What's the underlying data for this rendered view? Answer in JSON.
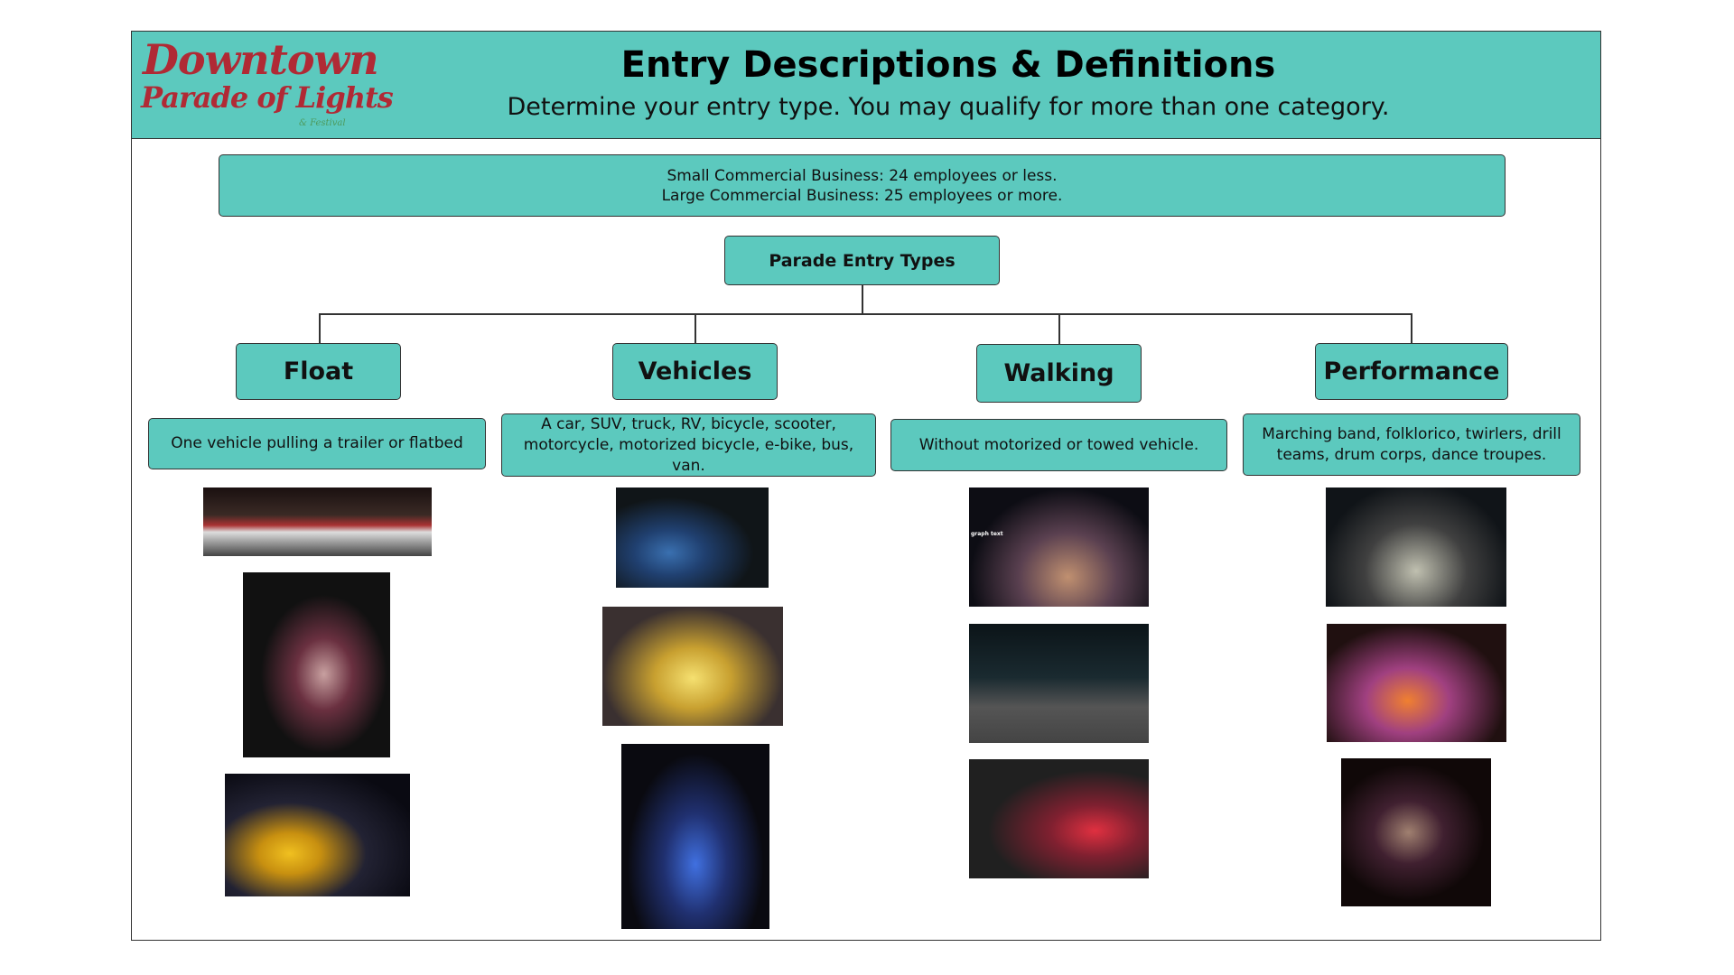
{
  "header": {
    "logo": {
      "line1": "Downtown",
      "line2": "Parade of Lights",
      "line3": "& Festival"
    },
    "title": "Entry Descriptions & Definitions",
    "subtitle": "Determine your entry type. You may qualify for more than one category."
  },
  "info": {
    "line1": "Small Commercial Business: 24 employees or less.",
    "line2": "Large Commercial Business: 25 employees or more."
  },
  "root_label": "Parade Entry Types",
  "categories": [
    {
      "label": "Float",
      "description": "One vehicle pulling a trailer or flatbed"
    },
    {
      "label": "Vehicles",
      "description": "A car, SUV, truck, RV, bicycle, scooter, motorcycle, motorized bicycle, e-bike, bus, van."
    },
    {
      "label": "Walking",
      "description": "Without motorized or towed vehicle."
    },
    {
      "label": "Performance",
      "description": "Marching band, folklorico, twirlers, drill teams, drum corps, dance troupes."
    }
  ],
  "photo_overlay_text": "graph text",
  "colors": {
    "accent": "#5cc9be",
    "logo_red": "#b02a35"
  }
}
